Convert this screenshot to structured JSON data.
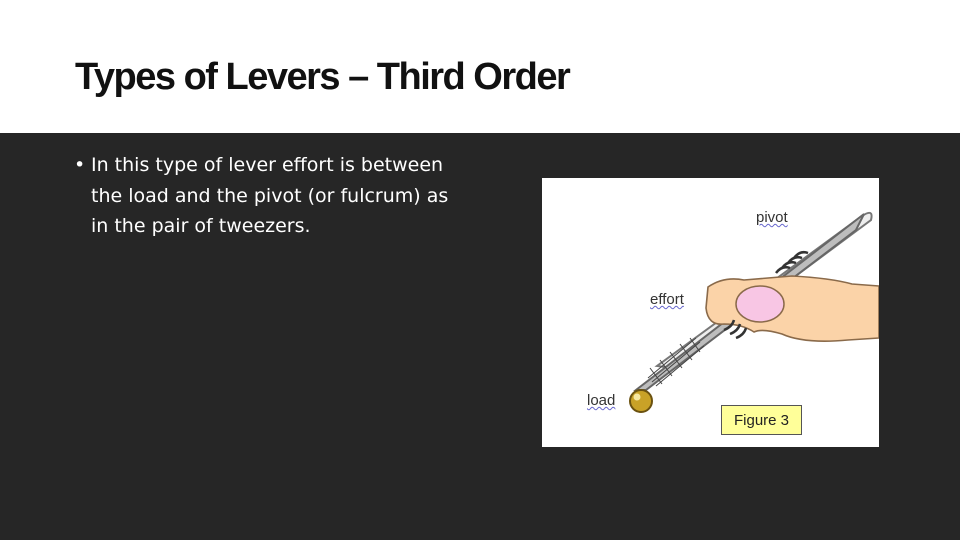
{
  "slide": {
    "title": "Types of Levers – Third Order",
    "bullets": [
      {
        "marker": "•",
        "text": "In this type of lever effort is between the load and the pivot (or fulcrum) as in the pair of tweezers."
      }
    ]
  },
  "figure": {
    "labels": {
      "pivot": "pivot",
      "effort": "effort",
      "load": "load"
    },
    "caption": "Figure 3"
  },
  "colors": {
    "header_background": "#ffffff",
    "body_background": "#262626",
    "title_text": "#111111",
    "bullet_text": "#ffffff",
    "caption_background": "#ffff99",
    "hand_skin": "#fbd3a8",
    "fingernail": "#f8c6e4",
    "load_ball": "#c9a227"
  }
}
